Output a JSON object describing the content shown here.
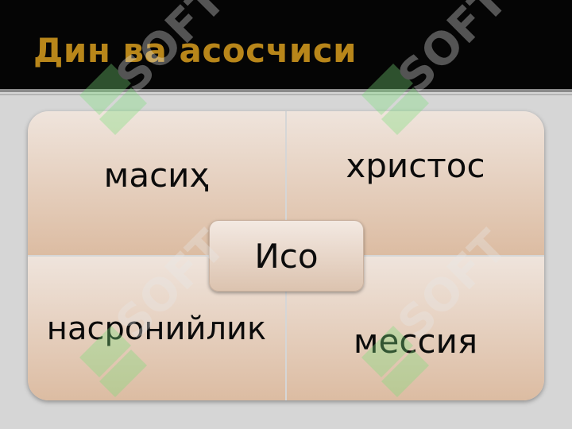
{
  "slide": {
    "title": "Дин ва асосчиси",
    "quadrants": {
      "top_left": "масиҳ",
      "top_right": "христос",
      "bottom_left": "насронийлик",
      "bottom_right": "мессия"
    },
    "center": "Исо"
  },
  "watermark": {
    "text": "SOFT",
    "icon": "green-leaf-logo"
  },
  "colors": {
    "title_bar": "#050505",
    "title_text": "#b8861a",
    "background": "#d6d6d6",
    "tile_top": "#efe4dc",
    "tile_bottom": "#dcbca2",
    "watermark_green": "#7be07b"
  }
}
